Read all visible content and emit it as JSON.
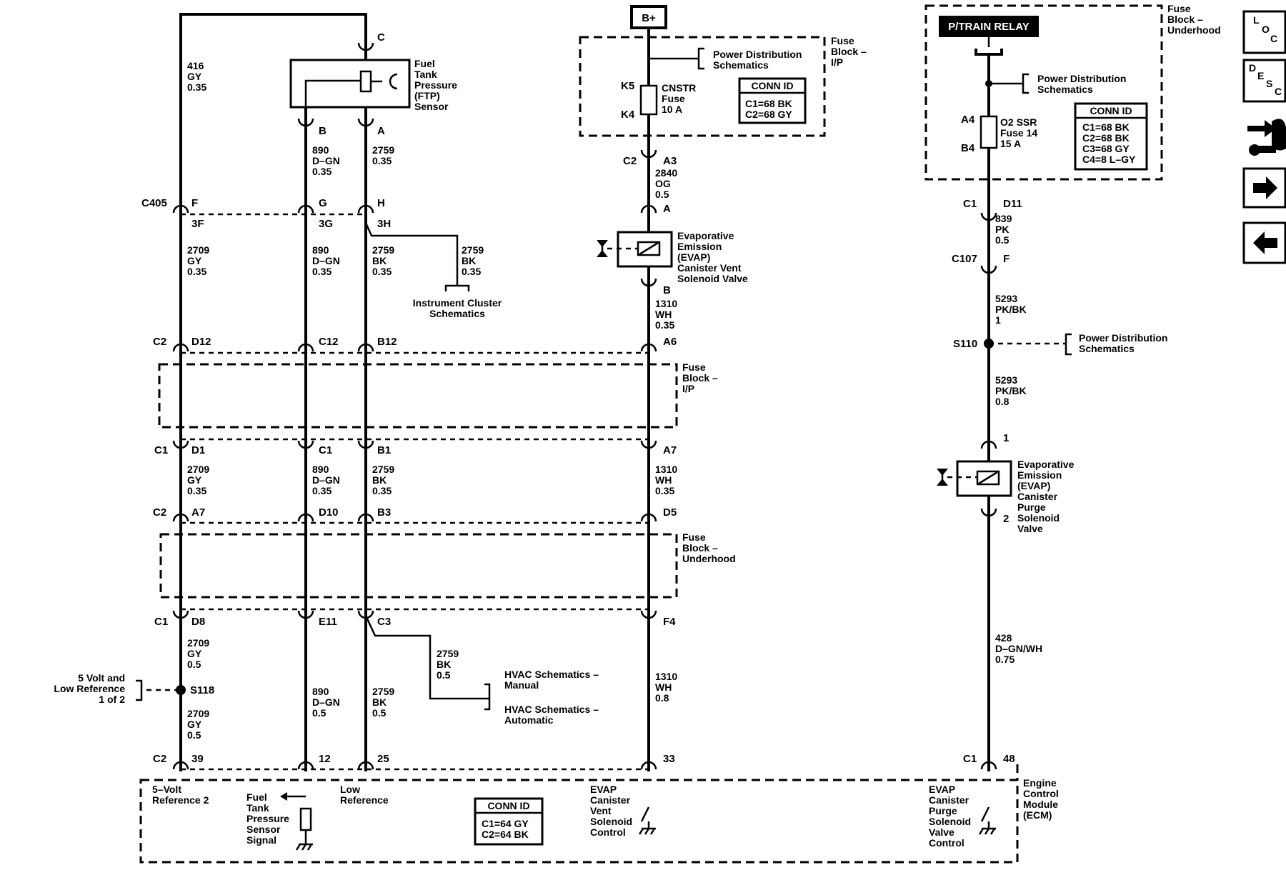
{
  "b_plus": "B+",
  "ptrain_relay": "P/TRAIN RELAY",
  "fuse_block_ip": [
    "Fuse",
    "Block –",
    "I/P"
  ],
  "fuse_block_underhood": [
    "Fuse",
    "Block –",
    "Underhood"
  ],
  "power_distribution": [
    "Power Distribution",
    "Schematics"
  ],
  "cnstr_fuse": [
    "CNSTR",
    "Fuse",
    "10 A"
  ],
  "o2_fuse": [
    "O2 SSR",
    "Fuse 14",
    "15 A"
  ],
  "conn_id_title": "CONN ID",
  "conn_id_ip": [
    "C1=68 BK",
    "C2=68 GY"
  ],
  "conn_id_underhood": [
    "C1=68 BK",
    "C2=68 BK",
    "C3=68 GY",
    "C4=8 L–GY"
  ],
  "conn_id_ecm": [
    "C1=64 GY",
    "C2=64 BK"
  ],
  "ftp_sensor": [
    "Fuel",
    "Tank",
    "Pressure",
    "(FTP)",
    "Sensor"
  ],
  "evap_vent_valve": [
    "Evaporative",
    "Emission",
    "(EVAP)",
    "Canister Vent",
    "Solenoid Valve"
  ],
  "evap_purge_valve": [
    "Evaporative",
    "Emission",
    "(EVAP)",
    "Canister",
    "Purge",
    "Solenoid",
    "Valve"
  ],
  "instrument_cluster": [
    "Instrument Cluster",
    "Schematics"
  ],
  "hvac_manual": [
    "HVAC Schematics –",
    "Manual"
  ],
  "hvac_automatic": [
    "HVAC Schematics –",
    "Automatic"
  ],
  "five_volt_low_ref": [
    "5 Volt and",
    "Low Reference",
    "1 of 2"
  ],
  "ecm": [
    "Engine",
    "Control",
    "Module",
    "(ECM)"
  ],
  "ecm_5v_ref": [
    "5–Volt",
    "Reference 2"
  ],
  "ecm_ftp_signal": [
    "Fuel",
    "Tank",
    "Pressure",
    "Sensor",
    "Signal"
  ],
  "ecm_low_ref": [
    "Low",
    "Reference"
  ],
  "ecm_vent_control": [
    "EVAP",
    "Canister",
    "Vent",
    "Solenoid",
    "Control"
  ],
  "ecm_purge_control": [
    "EVAP",
    "Canister",
    "Purge",
    "Solenoid",
    "Valve",
    "Control"
  ],
  "wires": {
    "w416": [
      "416",
      "GY",
      "0.35"
    ],
    "w890_top": [
      "890",
      "D–GN",
      "0.35"
    ],
    "w2759_top": [
      "2759",
      "0.35"
    ],
    "w2709_a": [
      "2709",
      "GY",
      "0.35"
    ],
    "w890_a": [
      "890",
      "D–GN",
      "0.35"
    ],
    "w2759_a": [
      "2759",
      "BK",
      "0.35"
    ],
    "w2759_ic": [
      "2759",
      "BK",
      "0.35"
    ],
    "w2709_b": [
      "2709",
      "GY",
      "0.35"
    ],
    "w890_b": [
      "890",
      "D–GN",
      "0.35"
    ],
    "w2759_b": [
      "2759",
      "BK",
      "0.35"
    ],
    "w2709_c": [
      "2709",
      "GY",
      "0.5"
    ],
    "w2709_d": [
      "2709",
      "GY",
      "0.5"
    ],
    "w890_c": [
      "890",
      "D–GN",
      "0.5"
    ],
    "w2759_c": [
      "2759",
      "BK",
      "0.5"
    ],
    "w2759_hvac": [
      "2759",
      "BK",
      "0.5"
    ],
    "w2840": [
      "2840",
      "OG",
      "0.5"
    ],
    "w1310_a": [
      "1310",
      "WH",
      "0.35"
    ],
    "w1310_b": [
      "1310",
      "WH",
      "0.35"
    ],
    "w1310_c": [
      "1310",
      "WH",
      "0.8"
    ],
    "w839": [
      "839",
      "PK",
      "0.5"
    ],
    "w5293_a": [
      "5293",
      "PK/BK",
      "1"
    ],
    "w5293_b": [
      "5293",
      "PK/BK",
      "0.8"
    ],
    "w428": [
      "428",
      "D–GN/WH",
      "0.75"
    ]
  },
  "connectors": {
    "c405": "C405",
    "c107": "C107",
    "s118": "S118",
    "s110": "S110",
    "c1": "C1",
    "c2": "C2",
    "pins": {
      "c": "C",
      "b": "B",
      "a": "A",
      "f": "F",
      "g": "G",
      "h": "H",
      "f3": "3F",
      "g3": "3G",
      "h3": "3H",
      "d12": "D12",
      "c12": "C12",
      "b12": "B12",
      "a6": "A6",
      "d1": "D1",
      "c1p": "C1",
      "b1": "B1",
      "a7": "A7",
      "a7b": "A7",
      "d10": "D10",
      "b3": "B3",
      "d5": "D5",
      "d8": "D8",
      "e11": "E11",
      "c3": "C3",
      "f4": "F4",
      "p39": "39",
      "p12": "12",
      "p25": "25",
      "p33": "33",
      "p48": "48",
      "k5": "K5",
      "k4": "K4",
      "a3": "A3",
      "va": "A",
      "vb": "B",
      "a4": "A4",
      "b4": "B4",
      "d11": "D11",
      "pf": "F",
      "p1": "1",
      "p2": "2"
    }
  },
  "nav": {
    "loc": [
      "L",
      "O",
      "C"
    ],
    "desc": [
      "D",
      "E",
      "S",
      "C"
    ]
  }
}
